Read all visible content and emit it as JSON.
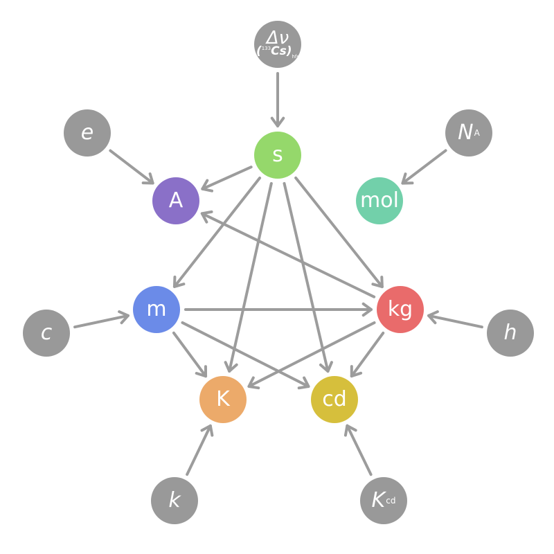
{
  "colors": {
    "arrow": "#9c9c9c",
    "constant": "#999999",
    "s": "#95d86b",
    "A": "#8a70c8",
    "mol": "#72d0aa",
    "m": "#6b8be8",
    "kg": "#e96b6b",
    "K": "#ecaa6a",
    "cd": "#d6bf3c"
  },
  "units": {
    "s": "s",
    "A": "A",
    "mol": "mol",
    "m": "m",
    "kg": "kg",
    "K": "K",
    "cd": "cd"
  },
  "constants": {
    "dnu": {
      "top": "Δν",
      "open": "(",
      "iso": "133",
      "elem": "Cs",
      "close": ")",
      "sub": "hfs"
    },
    "e": {
      "sym": "e"
    },
    "NA": {
      "sym": "N",
      "sub": "A"
    },
    "c": {
      "sym": "c"
    },
    "h": {
      "sym": "h"
    },
    "k": {
      "sym": "k"
    },
    "Kcd": {
      "sym": "K",
      "sub": "cd"
    }
  },
  "edges": [
    [
      "dnu",
      "s"
    ],
    [
      "e",
      "A"
    ],
    [
      "NA",
      "mol"
    ],
    [
      "c",
      "m"
    ],
    [
      "h",
      "kg"
    ],
    [
      "k",
      "K"
    ],
    [
      "Kcd",
      "cd"
    ],
    [
      "s",
      "A"
    ],
    [
      "s",
      "m"
    ],
    [
      "s",
      "K"
    ],
    [
      "s",
      "cd"
    ],
    [
      "s",
      "kg"
    ],
    [
      "m",
      "kg"
    ],
    [
      "m",
      "K"
    ],
    [
      "m",
      "cd"
    ],
    [
      "kg",
      "A"
    ],
    [
      "kg",
      "K"
    ],
    [
      "kg",
      "cd"
    ]
  ]
}
